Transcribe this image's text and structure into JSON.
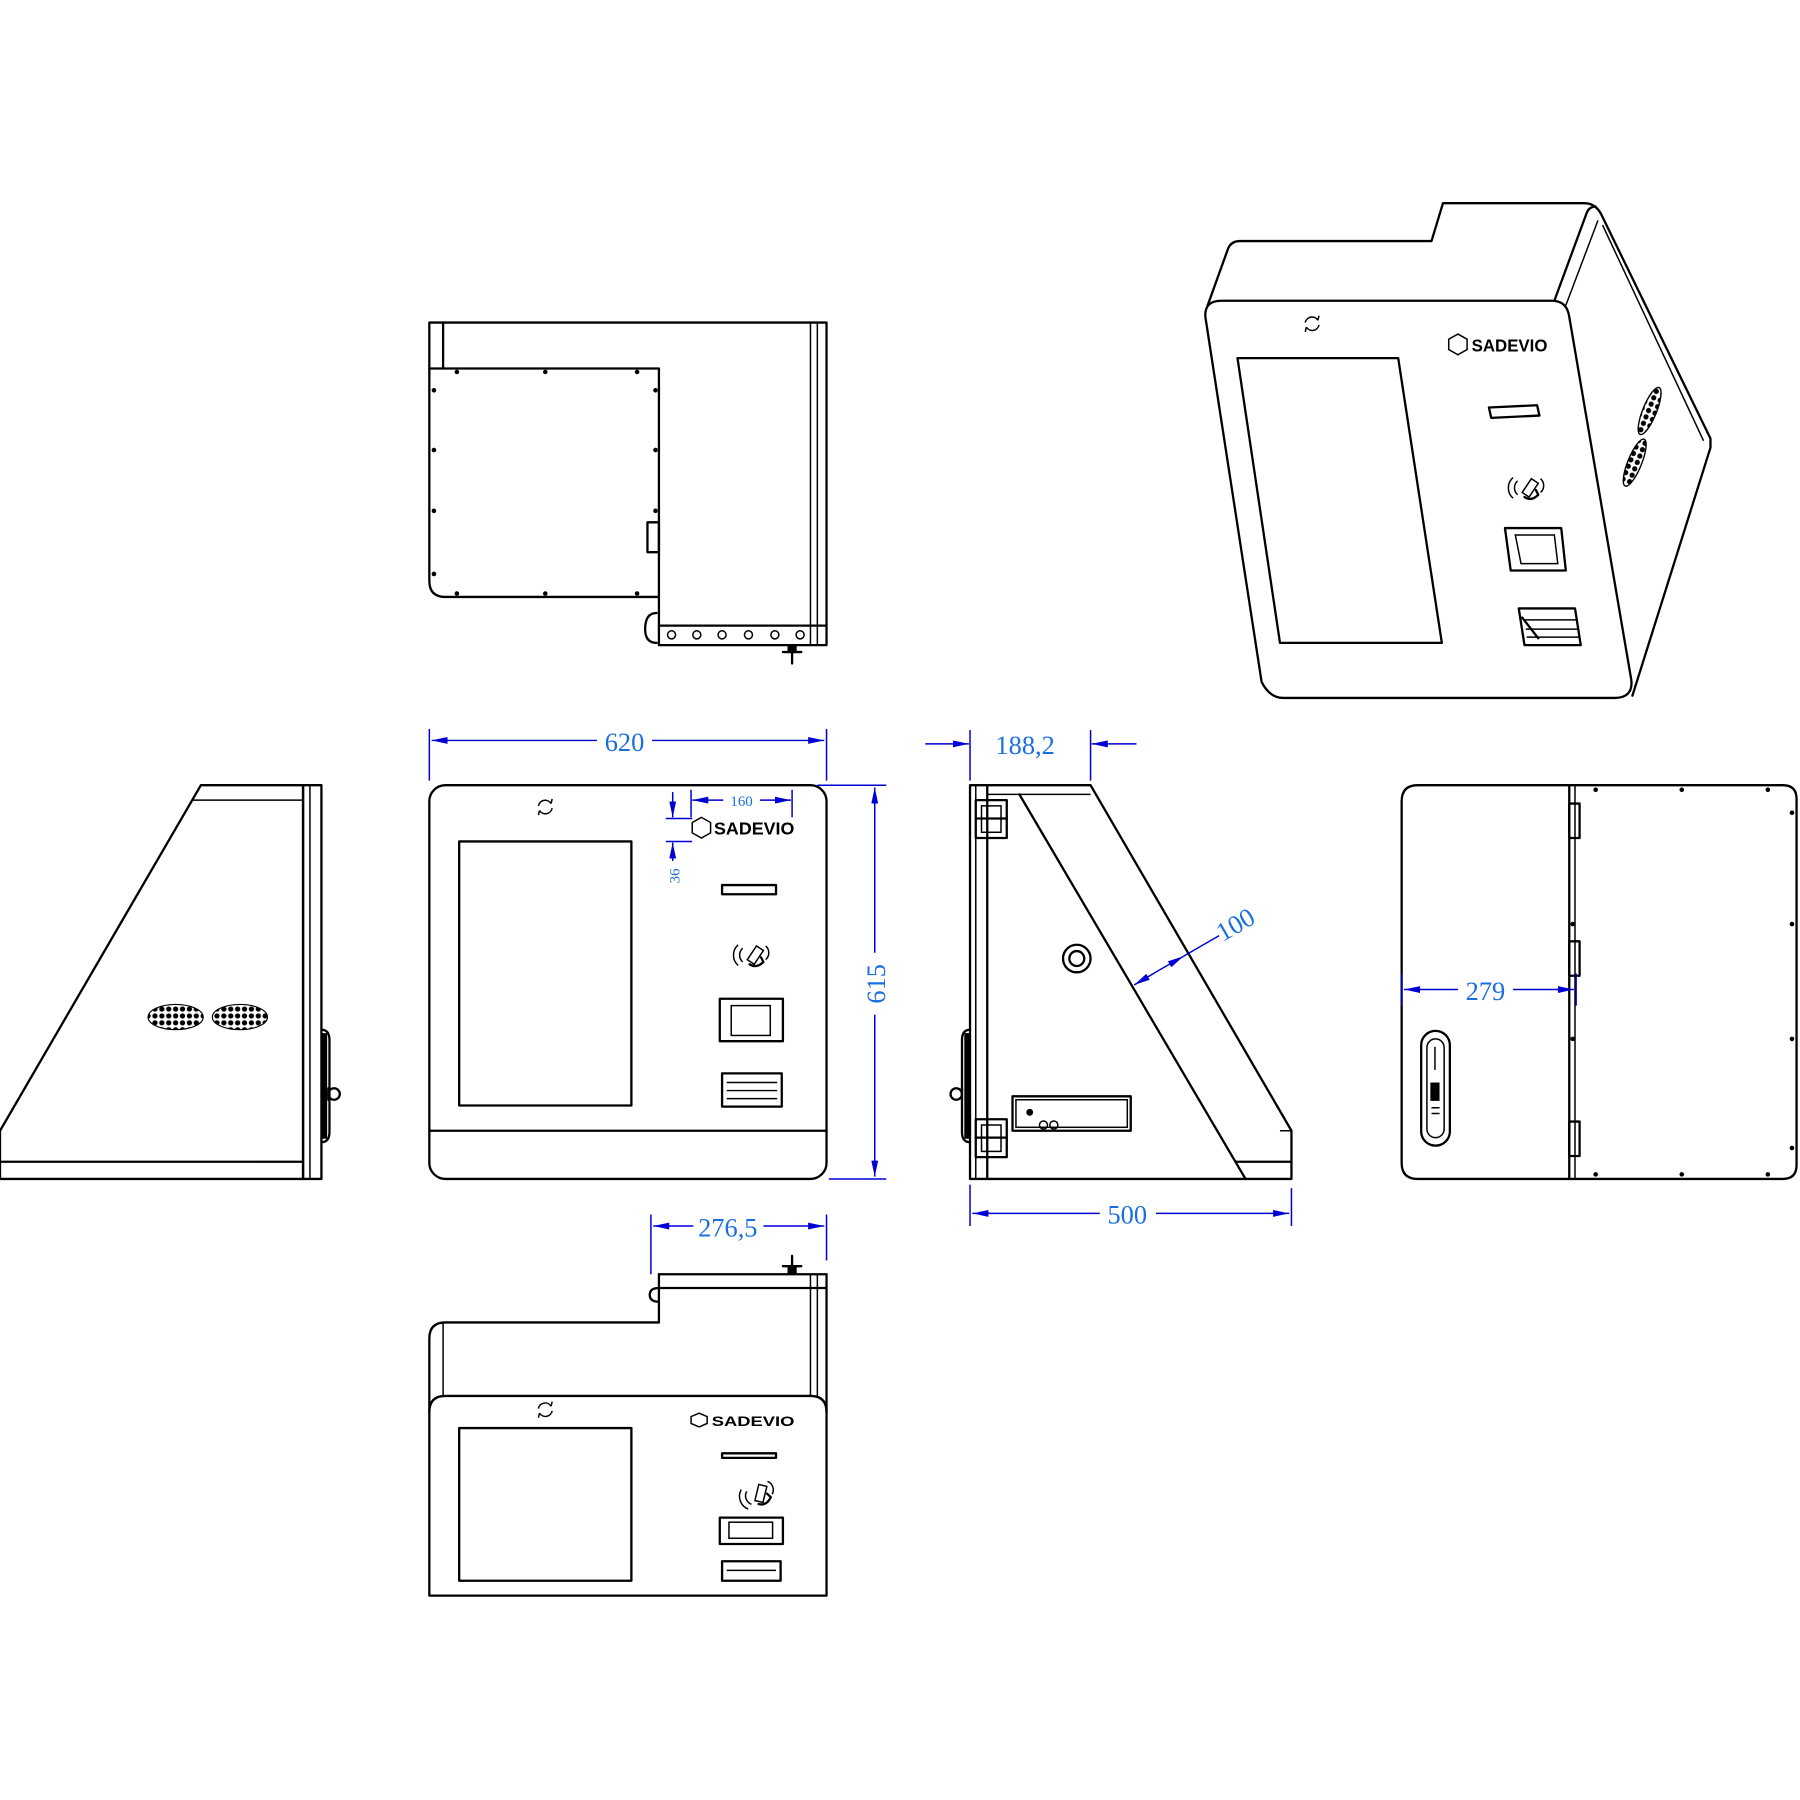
{
  "brand": {
    "name": "SADEVIO"
  },
  "dimensions": {
    "overall_width": "620",
    "logo_offset": "160",
    "logo_top_offset": "36",
    "overall_height": "615",
    "front_panel_depth": "188,2",
    "slope_offset": "100",
    "overall_depth": "500",
    "rear_width": "279",
    "bottom_step_depth": "276,5"
  },
  "colors": {
    "outline": "#000000",
    "dimension_line": "#0000d4",
    "dimension_text": "#1a6fe0"
  }
}
